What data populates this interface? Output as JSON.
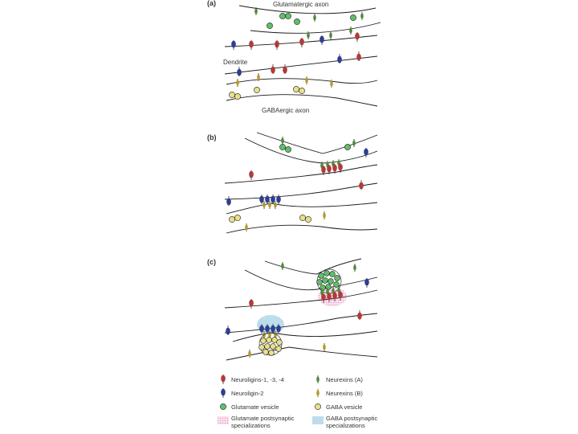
{
  "colors": {
    "neuroligin_a": "#b23a3a",
    "neuroligin_b": "#2e3f8f",
    "neurexin_a": "#4e8a3a",
    "neurexin_b": "#b49a2a",
    "glutamate_vesicle": "#5fbf6a",
    "gaba_vesicle": "#e8e08a",
    "glutamate_specialization": "#f2b8d8",
    "gaba_specialization": "#a8d4e8",
    "membrane": "#1a1a1a"
  },
  "panels": [
    {
      "label": "(a)",
      "top_label": "Glutamatergic axon",
      "middle_label": "Dendrite",
      "bottom_label": "GABAergic axon"
    },
    {
      "label": "(b)"
    },
    {
      "label": "(c)"
    }
  ],
  "legend": [
    {
      "label": "Neuroligins-1, -3, -4",
      "icon": "neuroligin-a-icon"
    },
    {
      "label": "Neurexins (A)",
      "icon": "neurexin-a-icon"
    },
    {
      "label": "Neuroligin-2",
      "icon": "neuroligin-b-icon"
    },
    {
      "label": "Neurexins (B)",
      "icon": "neurexin-b-icon"
    },
    {
      "label": "Glutamate vesicle",
      "icon": "glutamate-vesicle-icon"
    },
    {
      "label": "GABA vesicle",
      "icon": "gaba-vesicle-icon"
    },
    {
      "label": "Glutamate postsynaptic specializations",
      "icon": "glutamate-specialization-icon"
    },
    {
      "label": "GABA postsynaptic specializations",
      "icon": "gaba-specialization-icon"
    }
  ]
}
